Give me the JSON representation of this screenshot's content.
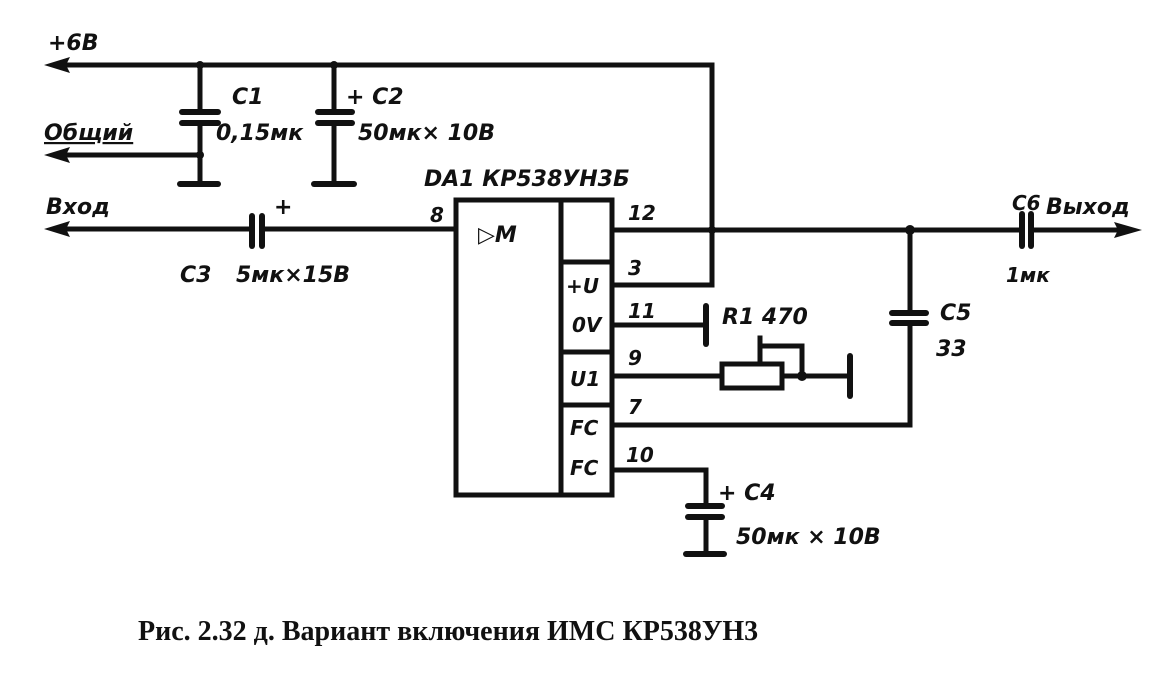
{
  "caption": "Рис. 2.32 д. Вариант включения ИМС КР538УН3",
  "terminals": {
    "supply": "+6В",
    "common": "Общий",
    "input": "Вход",
    "output": "Выход"
  },
  "chip": {
    "designator": "DA1 КР538УН3Б",
    "function_symbol": "▷M",
    "pin_labels": [
      "+U",
      "0V",
      "U1",
      "FC",
      "FC"
    ],
    "pins": {
      "input": "8",
      "output": "12",
      "supply": "3",
      "ground": "11",
      "u1": "9",
      "fc1": "7",
      "fc2": "10"
    }
  },
  "components": {
    "c1": {
      "ref": "C1",
      "value": "0,15мк"
    },
    "c2": {
      "ref": "+ C2",
      "value": "50мк× 10В"
    },
    "c3": {
      "ref": "C3",
      "value": "5мк×15В",
      "polarity": "+"
    },
    "c4": {
      "ref": "+ C4",
      "value": "50мк × 10В"
    },
    "c5": {
      "ref": "C5",
      "value": "33"
    },
    "c6": {
      "ref": "C6",
      "value": "1мк"
    },
    "r1": {
      "ref": "R1 470"
    }
  }
}
